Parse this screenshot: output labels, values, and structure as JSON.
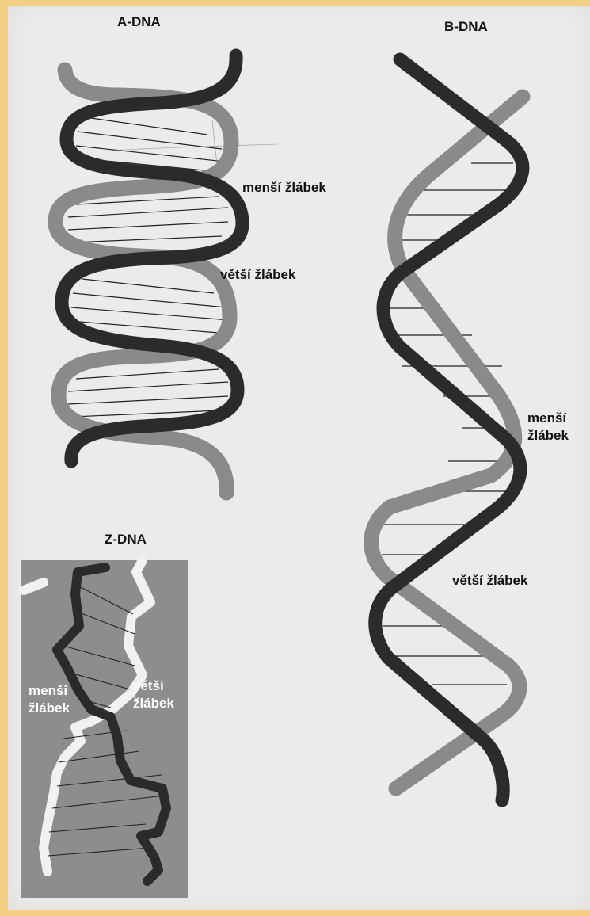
{
  "a_dna": {
    "title": "A-DNA",
    "minor_groove": "menší žlábek",
    "major_groove": "větší žlábek"
  },
  "b_dna": {
    "title": "B-DNA",
    "minor_groove_line1": "menší",
    "minor_groove_line2": "žlábek",
    "major_groove": "větší žlábek"
  },
  "z_dna": {
    "title": "Z-DNA",
    "minor_groove_line1": "menši",
    "minor_groove_line2": "žlábek",
    "major_groove_line1": "větší",
    "major_groove_line2": "žlábek"
  },
  "colors": {
    "page_border": "#f2cf82",
    "paper": "#ebebea",
    "strand_dark": "#2b2b2b",
    "strand_light": "#8a8a8a",
    "z_panel": "#8d8d8d",
    "z_backbone_light": "#f1f1f1"
  }
}
